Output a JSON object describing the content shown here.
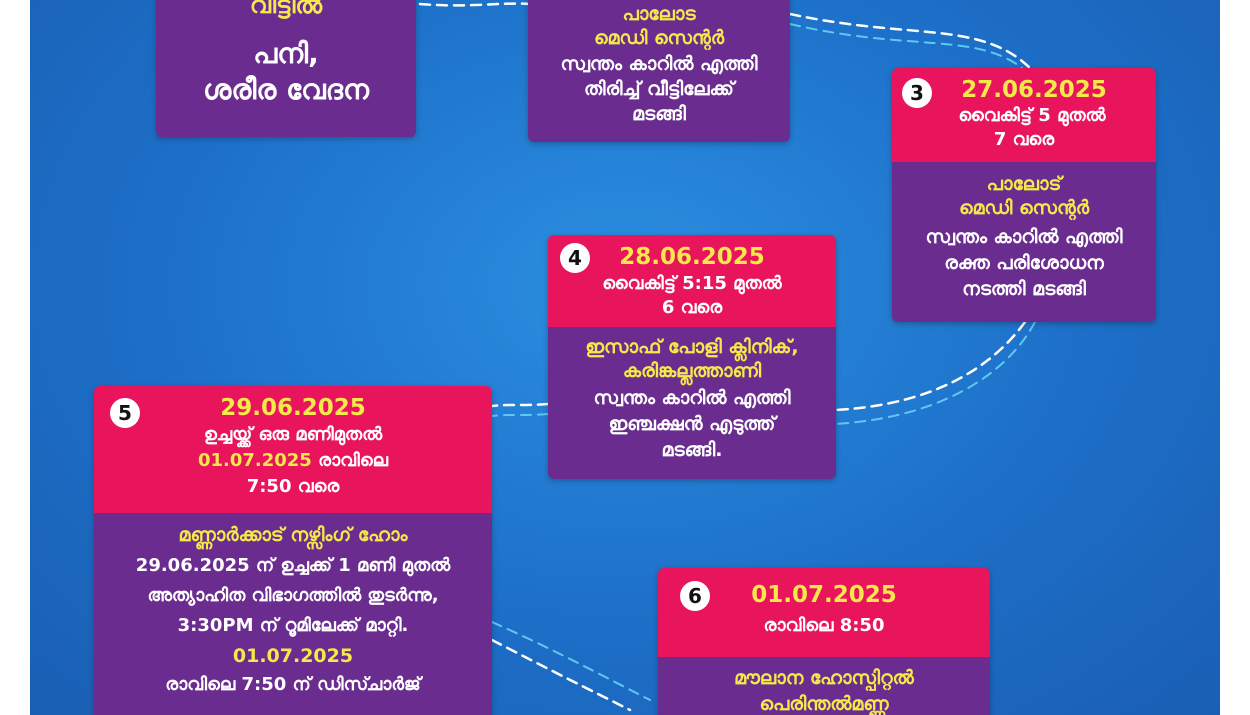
{
  "colors": {
    "background": "#1d6fc8",
    "header_pink": "#e8155c",
    "body_purple": "#6a2c8f",
    "accent_yellow": "#f4e84a",
    "route_dash": "#ffffff"
  },
  "card1": {
    "place": "വീട്ടിൽ",
    "symptoms": [
      "പനി,",
      "ശരീര വേദന"
    ]
  },
  "card2": {
    "place": [
      "പാലോട",
      "മെഡി സെന്റർ"
    ],
    "details": [
      "സ്വന്തം കാറിൽ എത്തി",
      "തിരിച്ച് വീട്ടിലേക്ക്",
      "മടങ്ങി"
    ]
  },
  "card3": {
    "number": "3",
    "date": "27.06.2025",
    "time": [
      "വൈകിട്ട് 5 മുതൽ",
      "7 വരെ"
    ],
    "place": [
      "പാലോട്",
      "മെഡി സെന്റർ"
    ],
    "details": [
      "സ്വന്തം കാറിൽ എത്തി",
      "രക്ത പരിശോധന",
      "നടത്തി മടങ്ങി"
    ]
  },
  "card4": {
    "number": "4",
    "date": "28.06.2025",
    "time": [
      "വൈകിട്ട് 5:15 മുതൽ",
      "6 വരെ"
    ],
    "place": [
      "ഇസാഫ് പോളി ക്ലിനിക്,",
      "കരിങ്കല്ലത്താണി"
    ],
    "details": [
      "സ്വന്തം കാറിൽ എത്തി",
      "ഇഞ്ചക്ഷൻ എടുത്ത്",
      "മടങ്ങി."
    ]
  },
  "card5": {
    "number": "5",
    "date": "29.06.2025",
    "time1": "ഉച്ചയ്ക്ക് ഒരു മണിമുതൽ",
    "date2": "01.07.2025",
    "time2": "രാവിലെ",
    "time3": "7:50 വരെ",
    "place": "മണ്ണാർക്കാട് നഴ്സിംഗ് ഹോം",
    "details": [
      "29.06.2025 ന് ഉച്ചക്ക് 1 മണി മുതൽ",
      "അത്യാഹിത വിഭാഗത്തിൽ തുടർന്നു,",
      "3:30PM ന് റൂമിലേക്ക് മാറ്റി."
    ],
    "discharge_date": "01.07.2025",
    "discharge": "രാവിലെ 7:50 ന് ഡിസ്ചാർജ്"
  },
  "card6": {
    "number": "6",
    "date": "01.07.2025",
    "time": "രാവിലെ 8:50",
    "place": [
      "മൗലാന ഹോസ്പിറ്റൽ",
      "പെരിന്തൽമണ്ണ"
    ]
  }
}
